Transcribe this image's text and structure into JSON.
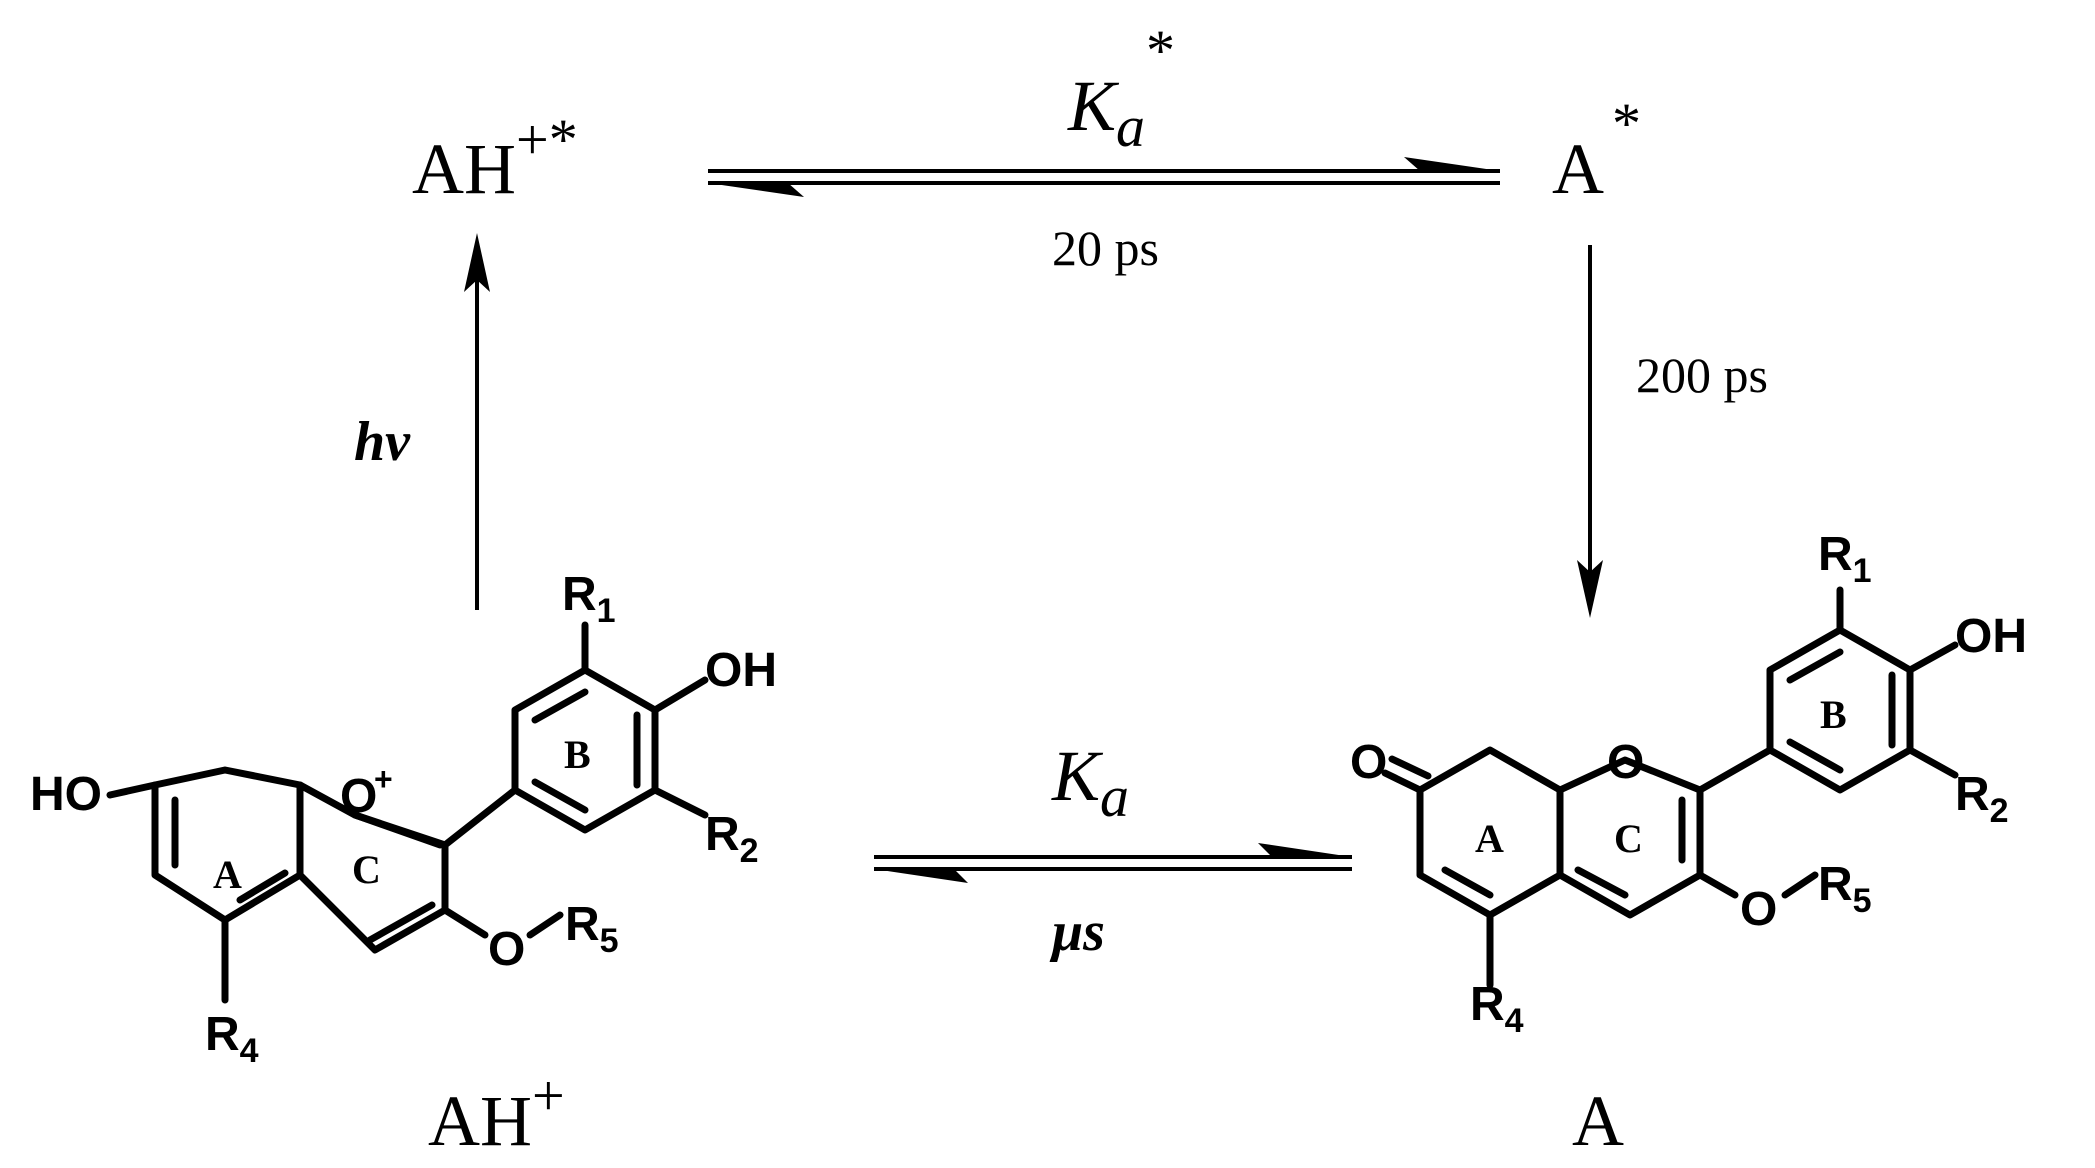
{
  "species": {
    "ah_star": {
      "base": "AH",
      "sup": "+*"
    },
    "a_star": {
      "base": "A",
      "sup": "*"
    },
    "ah_ground": {
      "base": "AH",
      "sup": "+"
    },
    "a_ground": {
      "base": "A"
    }
  },
  "transitions": {
    "excited_eq": {
      "k": "K",
      "sub": "a",
      "sup": "*",
      "time": "20 ps"
    },
    "decay": {
      "time": "200 ps"
    },
    "excitation": {
      "label": "hv"
    },
    "ground_eq": {
      "k": "K",
      "sub": "a",
      "time": "μs"
    }
  },
  "structure_left": {
    "ring_a": "A",
    "ring_b": "B",
    "ring_c": "C",
    "ho": "HO",
    "oh": "OH",
    "o_plus": "O",
    "plus": "+",
    "o_ether": "O",
    "r1": "R",
    "r1_sub": "1",
    "r2": "R",
    "r2_sub": "2",
    "r4": "R",
    "r4_sub": "4",
    "r5": "R",
    "r5_sub": "5"
  },
  "structure_right": {
    "ring_a": "A",
    "ring_b": "B",
    "ring_c": "C",
    "o_keto": "O",
    "oh": "OH",
    "o_ring": "O",
    "o_ether": "O",
    "r1": "R",
    "r1_sub": "1",
    "r2": "R",
    "r2_sub": "2",
    "r4": "R",
    "r4_sub": "4",
    "r5": "R",
    "r5_sub": "5"
  }
}
